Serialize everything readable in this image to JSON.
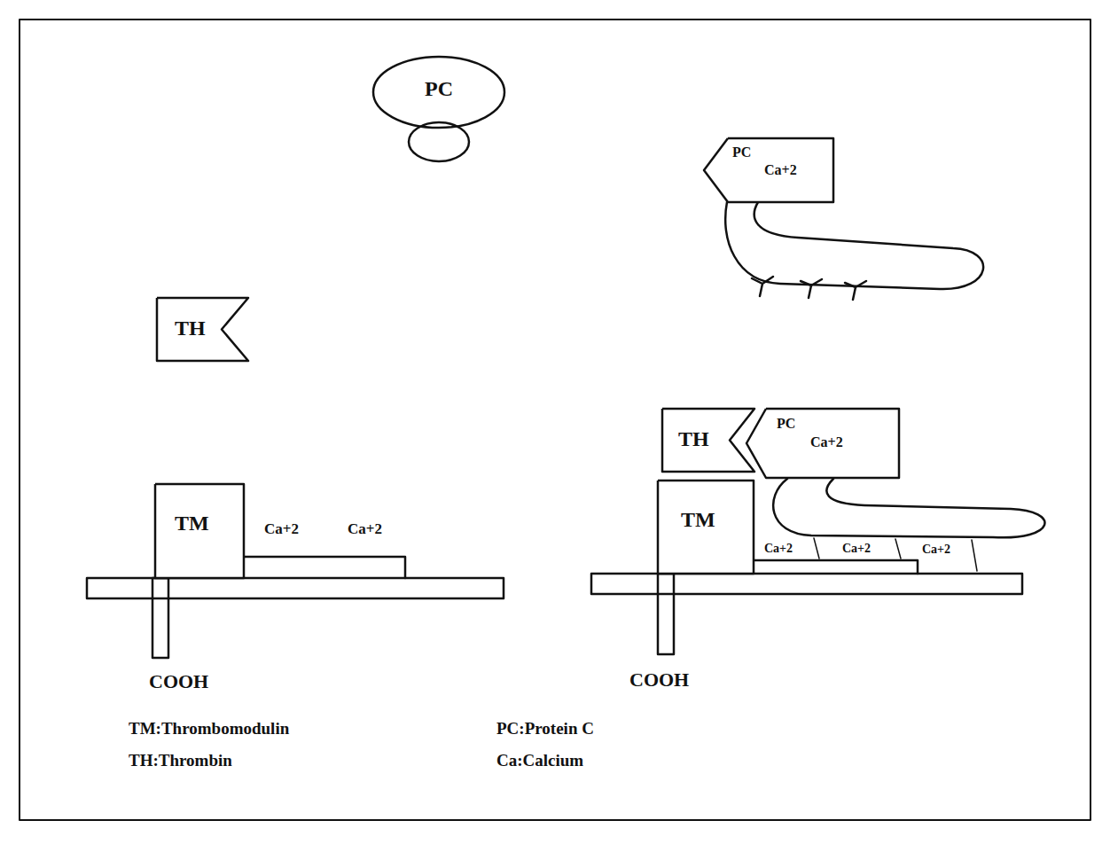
{
  "diagram": {
    "nodes": [
      {
        "text": [
          "PC"
        ]
      },
      {
        "text": [
          "PC",
          "Ca+2"
        ]
      },
      {
        "text": [
          "TH"
        ]
      },
      {
        "text": [
          "TM"
        ]
      },
      {
        "text": [
          "TH"
        ]
      },
      {
        "text": [
          "PC",
          "Ca+2"
        ]
      },
      {
        "text": [
          "TM"
        ]
      }
    ],
    "labels": [
      "Ca+2",
      "Ca+2",
      "Ca+2",
      "Ca+2",
      "Ca+2",
      "COOH",
      "COOH",
      "TM:Thrombomodulin",
      "TH:Thrombin",
      "PC:Protein C",
      "Ca:Calcium"
    ]
  }
}
